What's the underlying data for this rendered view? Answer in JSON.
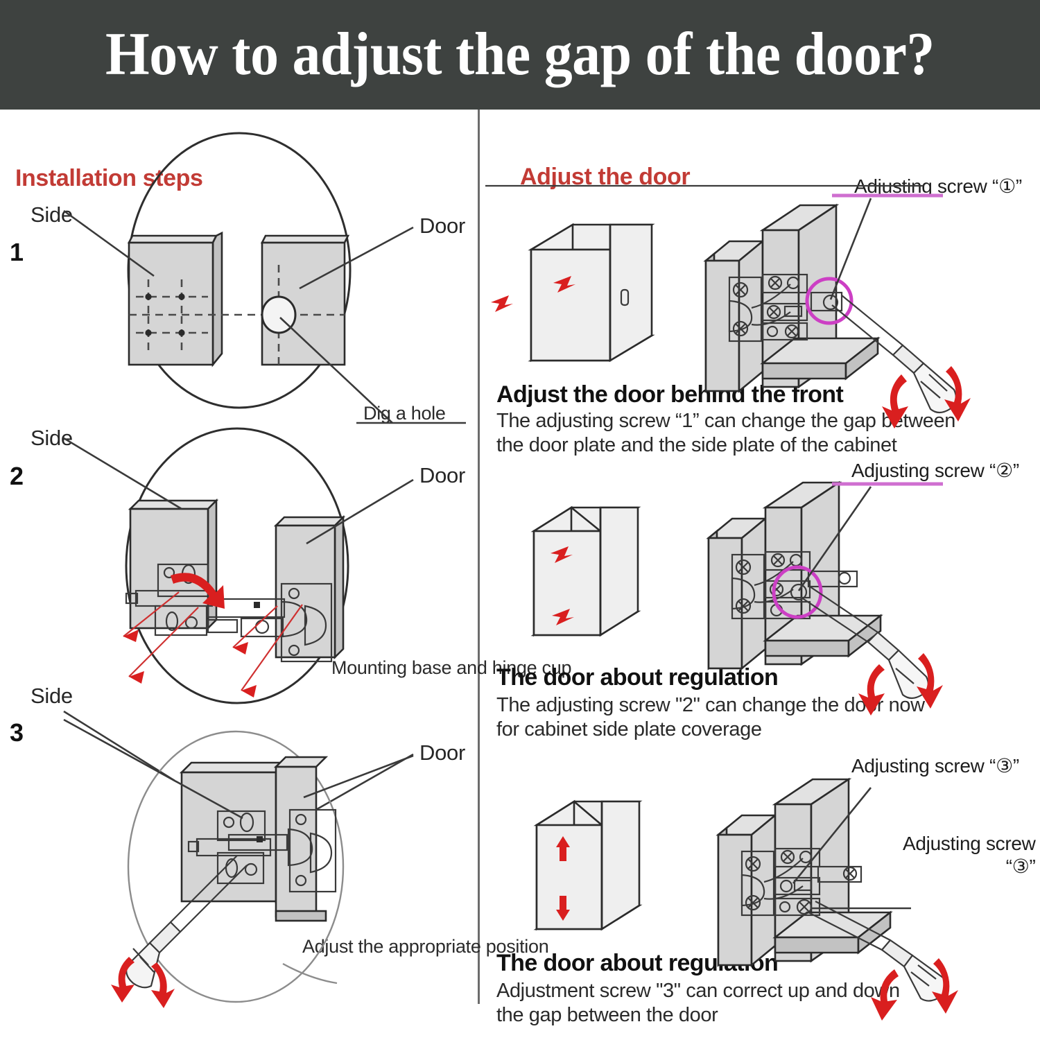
{
  "header": {
    "title": "How to adjust the gap of the door?"
  },
  "left_panel": {
    "section_title": "Installation steps",
    "steps": [
      {
        "number": "1",
        "label_side": "Side",
        "label_door": "Door",
        "callout": "Dig a hole"
      },
      {
        "number": "2",
        "label_side": "Side",
        "label_door": "Door",
        "callout": "Mounting base\nand hinge cup"
      },
      {
        "number": "3",
        "label_side": "Side",
        "label_door": "Door",
        "callout": "Adjust the\nappropriate position"
      }
    ]
  },
  "right_panel": {
    "section_title": "Adjust the door",
    "sections": [
      {
        "screw_label": "Adjusting screw “①”",
        "heading": "Adjust the door behind the front",
        "body": "The adjusting screw  “1”  can change the gap between\nthe door plate and the side plate of the cabinet"
      },
      {
        "screw_label": "Adjusting screw “②”",
        "heading": "The door about regulation",
        "body": "The adjusting screw \"2\" can change the door now\nfor cabinet side plate coverage"
      },
      {
        "screw_label": "Adjusting screw  “③”",
        "screw_label_2": "Adjusting screw\n“③”",
        "heading": "The door about regulation",
        "body": "Adjustment screw \"3\" can correct up and down\nthe gap between the door"
      }
    ]
  },
  "colors": {
    "header_bg": "#3e4240",
    "accent_red": "#c23b35",
    "arrow_red": "#d91f1f",
    "highlight_magenta": "#cc3fc4",
    "panel_gray": "#d5d5d5",
    "line_dark": "#2b2b2b"
  }
}
